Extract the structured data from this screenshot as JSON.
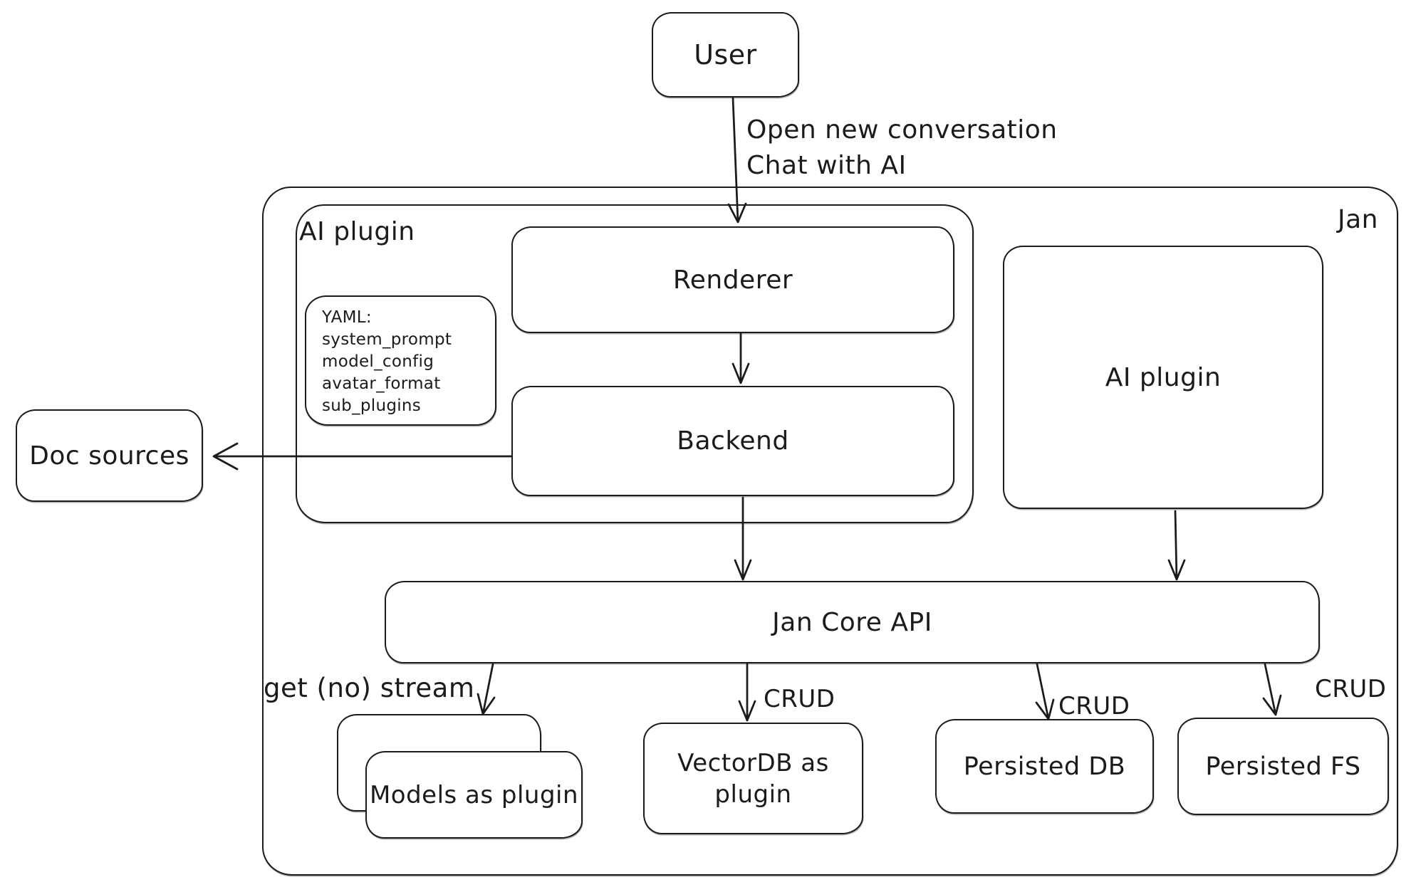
{
  "diagram": {
    "outer_label": "Jan",
    "plugin_container_label": "AI plugin",
    "nodes": {
      "user": "User",
      "renderer": "Renderer",
      "backend": "Backend",
      "doc_sources": "Doc sources",
      "ai_plugin_right": "AI plugin",
      "jan_core_api": "Jan Core API",
      "models_as_plugin": "Models as plugin",
      "vectordb_as_plugin": "VectorDB as plugin",
      "persisted_db": "Persisted DB",
      "persisted_fs": "Persisted FS"
    },
    "yaml_note": {
      "lines": [
        "YAML:",
        "system_prompt",
        "model_config",
        "avatar_format",
        "sub_plugins"
      ]
    },
    "edge_labels": {
      "user_action": [
        "Open new conversation",
        "Chat with AI"
      ],
      "get_no_stream": "get (no) stream",
      "crud_vectordb": "CRUD",
      "crud_persisted_db": "CRUD",
      "crud_persisted_fs": "CRUD"
    },
    "colors": {
      "stroke": "#1b1b1f",
      "background": "#ffffff"
    }
  }
}
